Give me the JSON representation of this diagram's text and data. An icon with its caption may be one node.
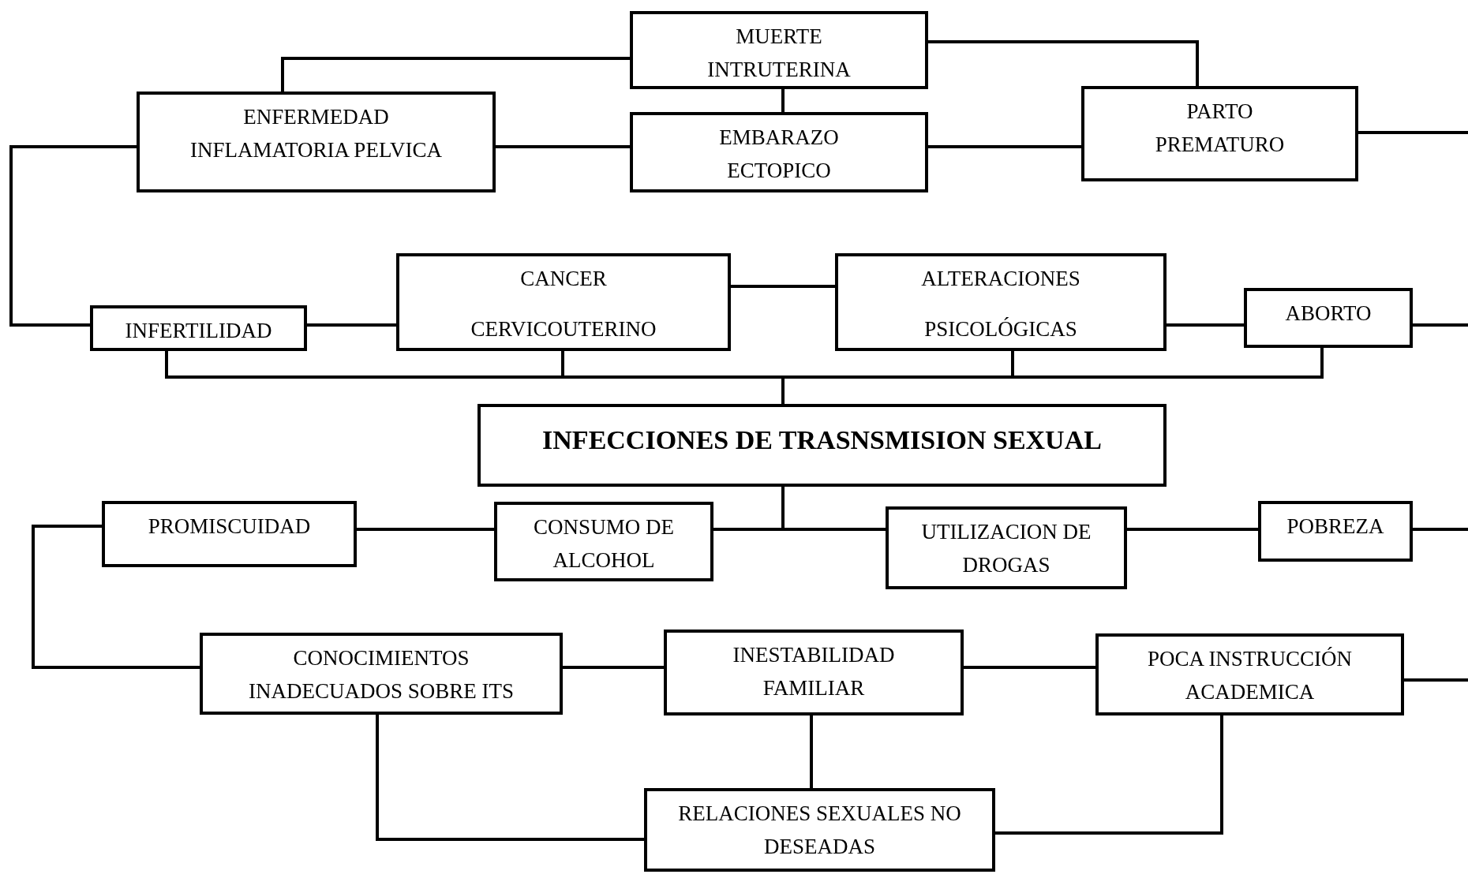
{
  "diagram": {
    "nodes": [
      {
        "text": [
          "MUERTE INTRUTERINA"
        ]
      },
      {
        "text": [
          "ENFERMEDAD INFLAMATORIA PELVICA"
        ]
      },
      {
        "text": [
          "EMBARAZO ECTOPICO"
        ]
      },
      {
        "text": [
          "PARTO PREMATURO"
        ]
      },
      {
        "text": [
          "INFERTILIDAD"
        ]
      },
      {
        "text": [
          "CANCER",
          "CERVICOUTERINO"
        ]
      },
      {
        "text": [
          "ALTERACIONES",
          "PSICOLÓGICAS"
        ]
      },
      {
        "text": [
          "ABORTO"
        ]
      },
      {
        "text": [
          "INFECCIONES DE TRASNSMISION SEXUAL"
        ]
      },
      {
        "text": [
          "PROMISCUIDAD"
        ]
      },
      {
        "text": [
          "CONSUMO DE ALCOHOL"
        ]
      },
      {
        "text": [
          "UTILIZACION DE DROGAS"
        ]
      },
      {
        "text": [
          "POBREZA"
        ]
      },
      {
        "text": [
          "CONOCIMIENTOS INADECUADOS SOBRE ITS"
        ]
      },
      {
        "text": [
          "INESTABILIDAD FAMILIAR"
        ]
      },
      {
        "text": [
          "POCA INSTRUCCIÓN ACADEMICA"
        ]
      },
      {
        "text": [
          "RELACIONES SEXUALES NO DESEADAS"
        ]
      }
    ],
    "edges": [
      {
        "from": 1,
        "to": 0,
        "arrow": "none"
      },
      {
        "from": 0,
        "to": 2,
        "arrow": "none"
      },
      {
        "from": 0,
        "to": 3,
        "arrow": "none"
      },
      {
        "from": 1,
        "to": 2,
        "arrow": "none"
      },
      {
        "from": 2,
        "to": 3,
        "arrow": "none"
      },
      {
        "from": 3,
        "to": null,
        "arrow": "none"
      },
      {
        "from": 1,
        "to": 4,
        "arrow": "none"
      },
      {
        "from": 4,
        "to": 5,
        "arrow": "none"
      },
      {
        "from": 5,
        "to": 6,
        "arrow": "none"
      },
      {
        "from": 6,
        "to": 7,
        "arrow": "none"
      },
      {
        "from": 7,
        "to": null,
        "arrow": "none"
      },
      {
        "from": 4,
        "to": 8,
        "arrow": "none"
      },
      {
        "from": 5,
        "to": 8,
        "arrow": "none"
      },
      {
        "from": 6,
        "to": 8,
        "arrow": "none"
      },
      {
        "from": 7,
        "to": 8,
        "arrow": "none"
      },
      {
        "from": 8,
        "to": 10,
        "arrow": "none"
      },
      {
        "from": 8,
        "to": 11,
        "arrow": "none"
      },
      {
        "from": 9,
        "to": 10,
        "arrow": "none"
      },
      {
        "from": 11,
        "to": 12,
        "arrow": "none"
      },
      {
        "from": 12,
        "to": null,
        "arrow": "none"
      },
      {
        "from": 9,
        "to": 13,
        "arrow": "none"
      },
      {
        "from": 13,
        "to": 14,
        "arrow": "none"
      },
      {
        "from": 14,
        "to": 15,
        "arrow": "none"
      },
      {
        "from": 15,
        "to": null,
        "arrow": "none"
      },
      {
        "from": 13,
        "to": 16,
        "arrow": "none"
      },
      {
        "from": 14,
        "to": 16,
        "arrow": "none"
      },
      {
        "from": 15,
        "to": 16,
        "arrow": "none"
      }
    ]
  }
}
